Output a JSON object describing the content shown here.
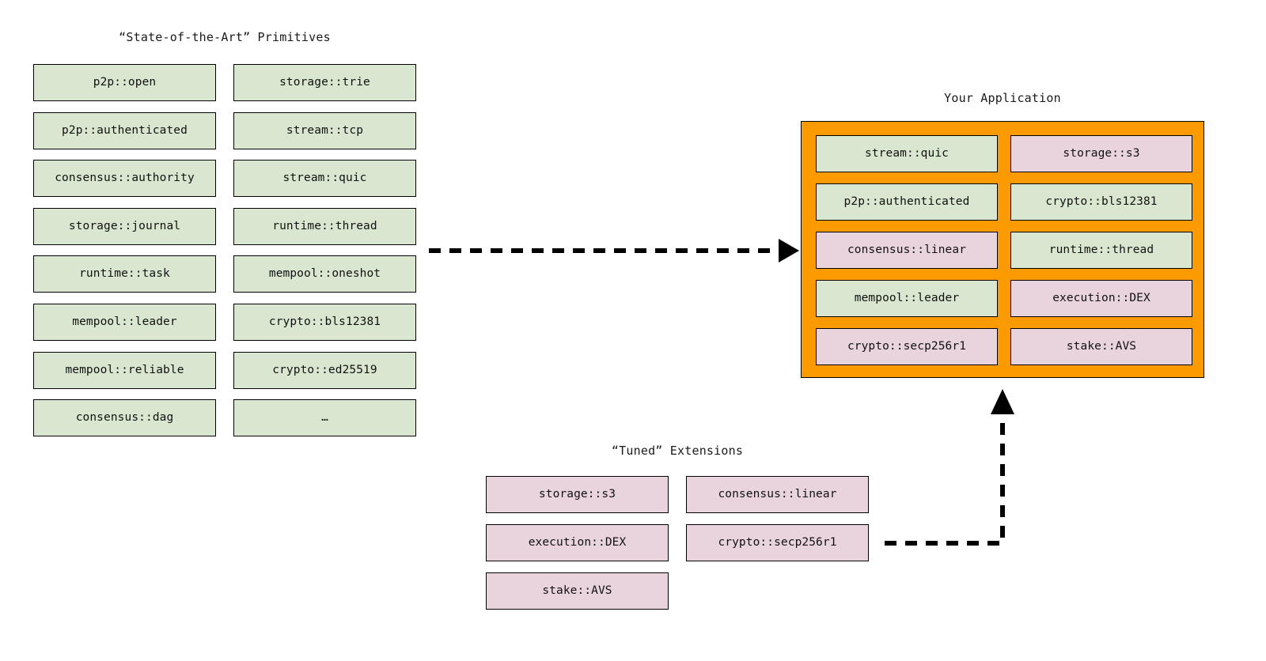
{
  "diagram": {
    "background": "#ffffff",
    "colors": {
      "primitive_fill": "#d9e7d0",
      "extension_fill": "#e9d4de",
      "application_fill": "#fb9a01",
      "border": "#000000",
      "text": "#111111"
    }
  },
  "primitives": {
    "title": "“State-of-the-Art” Primitives",
    "column_a": [
      {
        "label": "p2p::open",
        "kind": "primitive"
      },
      {
        "label": "p2p::authenticated",
        "kind": "primitive"
      },
      {
        "label": "consensus::authority",
        "kind": "primitive"
      },
      {
        "label": "storage::journal",
        "kind": "primitive"
      },
      {
        "label": "runtime::task",
        "kind": "primitive"
      },
      {
        "label": "mempool::leader",
        "kind": "primitive"
      },
      {
        "label": "mempool::reliable",
        "kind": "primitive"
      },
      {
        "label": "consensus::dag",
        "kind": "primitive"
      }
    ],
    "column_b": [
      {
        "label": "storage::trie",
        "kind": "primitive"
      },
      {
        "label": "stream::tcp",
        "kind": "primitive"
      },
      {
        "label": "stream::quic",
        "kind": "primitive"
      },
      {
        "label": "runtime::thread",
        "kind": "primitive"
      },
      {
        "label": "mempool::oneshot",
        "kind": "primitive"
      },
      {
        "label": "crypto::bls12381",
        "kind": "primitive"
      },
      {
        "label": "crypto::ed25519",
        "kind": "primitive"
      },
      {
        "label": "…",
        "kind": "primitive"
      }
    ]
  },
  "application": {
    "title": "Your Application",
    "column_a": [
      {
        "label": "stream::quic",
        "kind": "primitive"
      },
      {
        "label": "p2p::authenticated",
        "kind": "primitive"
      },
      {
        "label": "consensus::linear",
        "kind": "extension"
      },
      {
        "label": "mempool::leader",
        "kind": "primitive"
      },
      {
        "label": "crypto::secp256r1",
        "kind": "extension"
      }
    ],
    "column_b": [
      {
        "label": "storage::s3",
        "kind": "extension"
      },
      {
        "label": "crypto::bls12381",
        "kind": "primitive"
      },
      {
        "label": "runtime::thread",
        "kind": "primitive"
      },
      {
        "label": "execution::DEX",
        "kind": "extension"
      },
      {
        "label": "stake::AVS",
        "kind": "extension"
      }
    ]
  },
  "extensions": {
    "title": "“Tuned” Extensions",
    "column_a": [
      {
        "label": "storage::s3",
        "kind": "extension"
      },
      {
        "label": "execution::DEX",
        "kind": "extension"
      },
      {
        "label": "stake::AVS",
        "kind": "extension"
      }
    ],
    "column_b": [
      {
        "label": "consensus::linear",
        "kind": "extension"
      },
      {
        "label": "crypto::secp256r1",
        "kind": "extension"
      }
    ]
  },
  "arrows": [
    {
      "name": "primitives-to-application",
      "style": "dashed",
      "direction": "right"
    },
    {
      "name": "extensions-to-application",
      "style": "dashed",
      "direction": "up-elbow"
    }
  ]
}
